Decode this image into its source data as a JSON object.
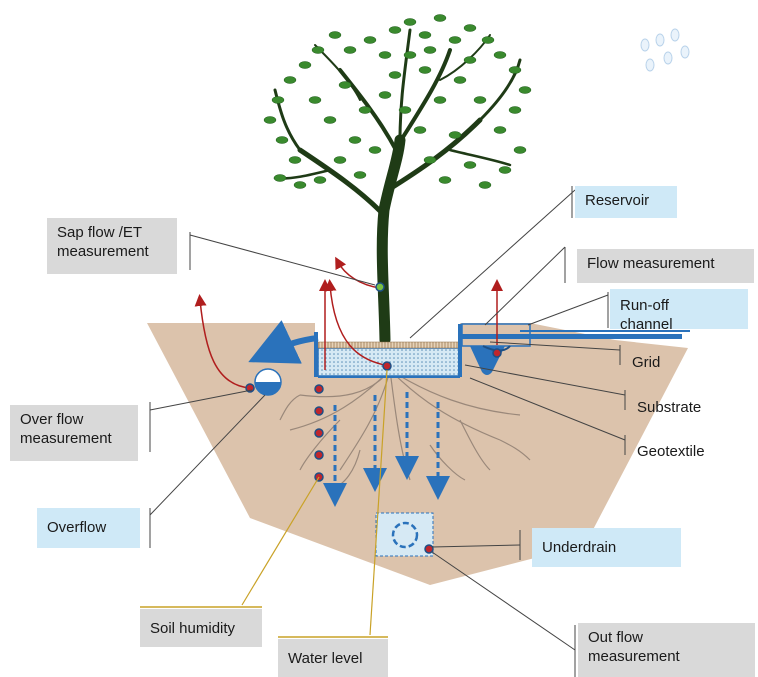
{
  "labels": {
    "reservoir": "Reservoir",
    "sap_flow_l1": "Sap flow /ET",
    "sap_flow_l2": "measurement",
    "flow_measurement": "Flow measurement",
    "run_off_l1": "Run-off",
    "run_off_l2": "channel",
    "grid": "Grid",
    "substrate": "Substrate",
    "geotextile": "Geotextile",
    "over_flow_l1": "Over flow",
    "over_flow_l2": "measurement",
    "overflow": "Overflow",
    "underdrain": "Underdrain",
    "soil_humidity": "Soil humidity",
    "water_level": "Water level",
    "out_flow_l1": "Out flow",
    "out_flow_l2": "measurement"
  },
  "colors": {
    "soil": "#dcc3ac",
    "leaf": "#3a8a2e",
    "leaf_dark": "#1f5a1b",
    "trunk": "#1f3b16",
    "water_flow": "#2a72bb",
    "evap_arrow": "#b01e1e",
    "sensor": "#c0262c",
    "gray_label": "#d9d9d9",
    "blue_label": "#cfe9f7",
    "probe_line": "#c9a227"
  }
}
